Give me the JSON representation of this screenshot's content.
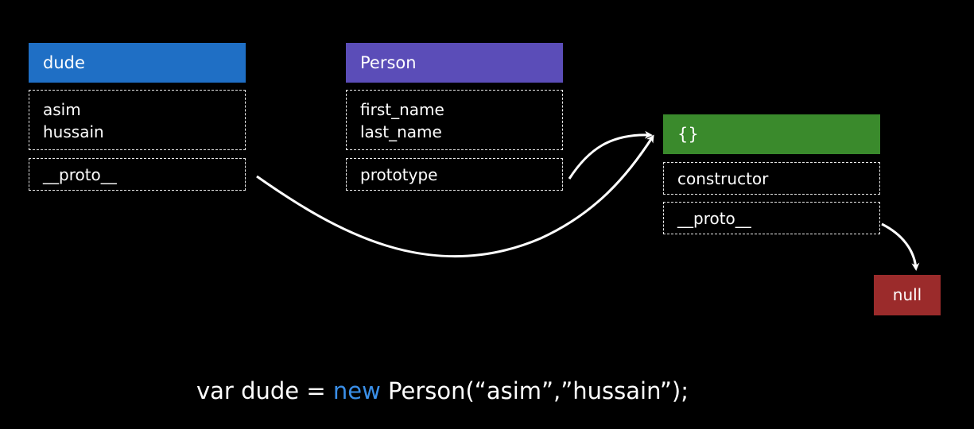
{
  "colors": {
    "dude_header": "#1f6fc5",
    "person_header": "#5b4db8",
    "proto_obj_header": "#3a8a2c",
    "null_box": "#9b2b2b",
    "keyword": "#3a8fe8",
    "arrow": "#ffffff",
    "background": "#000000"
  },
  "dude": {
    "title": "dude",
    "values": [
      "asim",
      "hussain"
    ],
    "proto_label": "__proto__"
  },
  "person": {
    "title": "Person",
    "fields": [
      "first_name",
      "last_name"
    ],
    "prototype_label": "prototype"
  },
  "proto_obj": {
    "title": "{}",
    "constructor_label": "constructor",
    "proto_label": "__proto__"
  },
  "null_label": "null",
  "code": {
    "before": "var dude = ",
    "keyword": "new",
    "after": " Person(“asim”,”hussain”);"
  },
  "arrows": [
    {
      "from": "dude.__proto__",
      "to": "{}",
      "icon": "curved-arrow-icon"
    },
    {
      "from": "Person.prototype",
      "to": "{}",
      "icon": "curved-arrow-icon"
    },
    {
      "from": "{}.__proto__",
      "to": "null",
      "icon": "curved-arrow-icon"
    }
  ]
}
